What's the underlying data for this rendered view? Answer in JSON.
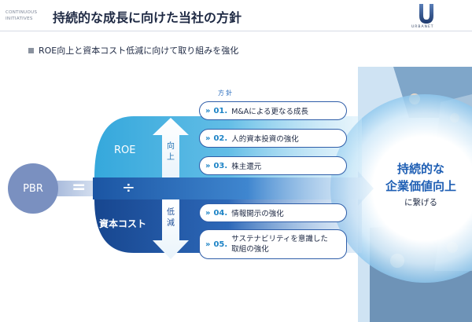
{
  "header": {
    "eyebrow_line1": "CONTINUOUS",
    "eyebrow_line2": "INITIATIVES",
    "title": "持続的な成長に向けた当社の方針",
    "logo_text": "URBANET"
  },
  "subtitle": "ROE向上と資本コスト低減に向けて取り組みを強化",
  "equation": {
    "pbr": "PBR",
    "equals": "=",
    "divide": "÷",
    "roe": "ROE",
    "cost": "資本コスト",
    "up_label": "向上",
    "down_label": "低減"
  },
  "policy": {
    "label": "方針",
    "items": [
      {
        "number": "01.",
        "text": "M&Aによる更なる成長"
      },
      {
        "number": "02.",
        "text": "人的資本投資の強化"
      },
      {
        "number": "03.",
        "text": "株主還元"
      },
      {
        "number": "04.",
        "text": "情報開示の強化"
      },
      {
        "number": "05.",
        "text": "サステナビリティを意識した取組の強化"
      }
    ]
  },
  "goal": {
    "line1": "持続的な",
    "line2": "企業価値向上",
    "line3": "に繋げる"
  },
  "colors": {
    "roe_band": "#3aa6da",
    "cost_band": "#1b4f9c",
    "accent": "#1e84c6",
    "pbr_circle": "#7a90c0"
  },
  "icons": [
    "chevron-double-right-icon",
    "up-arrow-icon",
    "down-arrow-icon"
  ]
}
